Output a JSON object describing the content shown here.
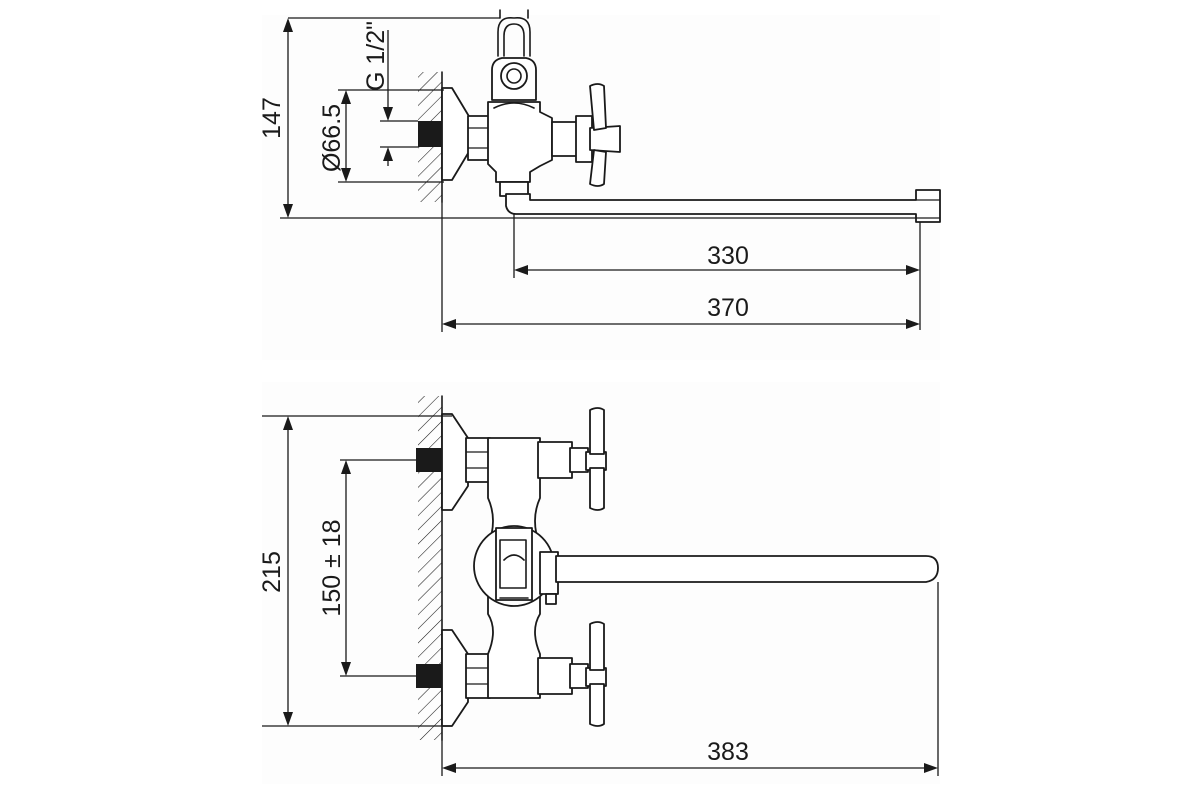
{
  "drawing": {
    "top_view": {
      "dimensions": {
        "height": "147",
        "diameter": "Ø66.5",
        "thread": "G 1/2\"",
        "spout_reach": "330",
        "total_reach": "370"
      }
    },
    "front_view": {
      "dimensions": {
        "height": "215",
        "center_distance": "150 ± 18",
        "total_length": "383"
      }
    }
  }
}
